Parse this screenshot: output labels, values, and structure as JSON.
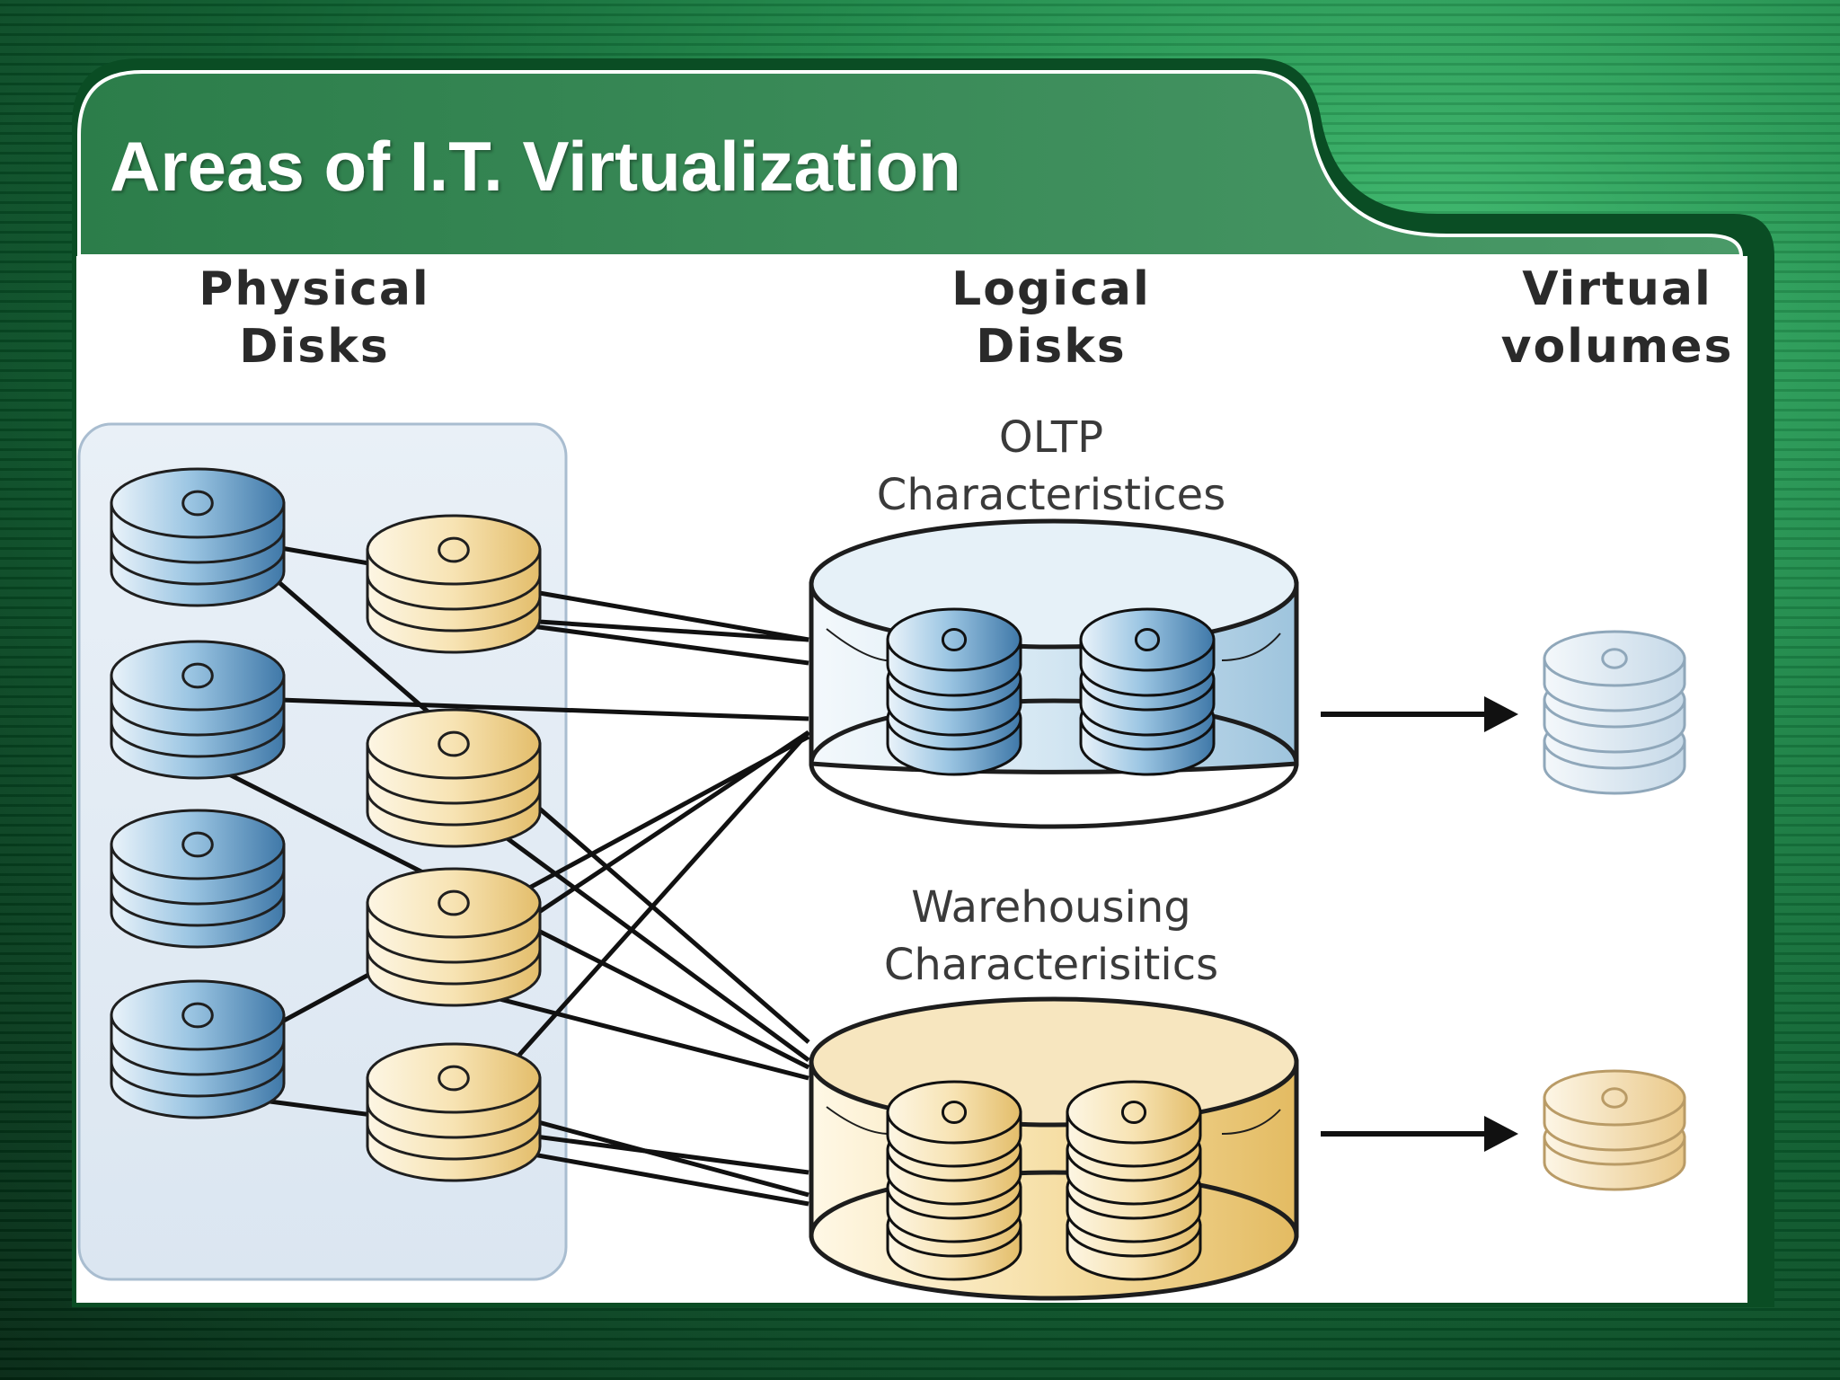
{
  "title": "Areas of I.T. Virtualization",
  "columns": {
    "physical": [
      "Physical",
      "Disks"
    ],
    "logical": [
      "Logical",
      "Disks"
    ],
    "virtual": [
      "Virtual",
      "volumes"
    ]
  },
  "groups": {
    "oltp": [
      "OLTP",
      "Characteristices"
    ],
    "warehousing": [
      "Warehousing",
      "Characterisitics"
    ]
  },
  "colors": {
    "blue_disk": "#7fb0d4",
    "tan_disk": "#f3d79a",
    "frame_green": "#0d5a2d",
    "panel_bg": "#ffffff"
  },
  "icons": {
    "disk": "disk-stack-icon",
    "arrow": "right-arrow-icon"
  }
}
